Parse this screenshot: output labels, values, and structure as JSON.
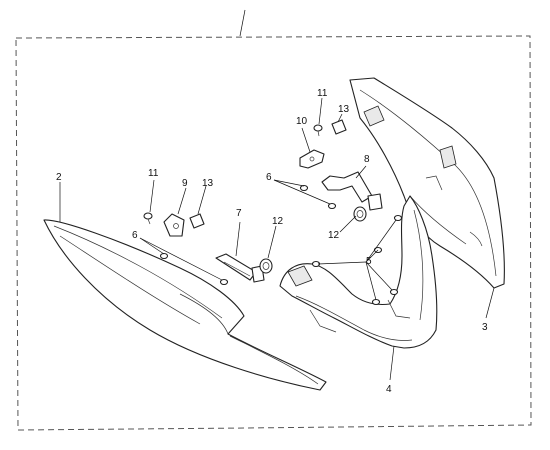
{
  "callouts": {
    "c2": "2",
    "c3": "3",
    "c4": "4",
    "c5": "5",
    "c6a": "6",
    "c6b": "6",
    "c7": "7",
    "c8": "8",
    "c9": "9",
    "c10": "10",
    "c11a": "11",
    "c11b": "11",
    "c12a": "12",
    "c12b": "12",
    "c13a": "13",
    "c13b": "13"
  }
}
